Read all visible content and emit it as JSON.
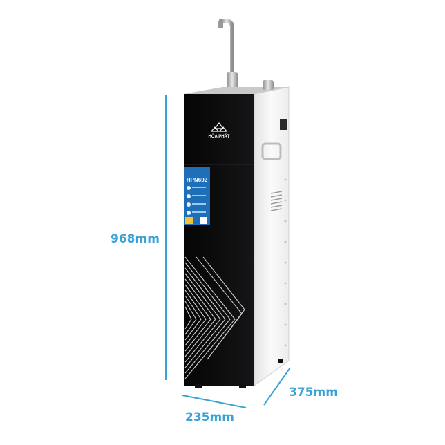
{
  "brand": "HÒA PHÁT",
  "model": "HPN692",
  "dimensions": {
    "height": "968mm",
    "width": "235mm",
    "depth": "375mm"
  },
  "colors": {
    "dimension_lines": "#3aa3d6",
    "body_front": "#0b0b0c",
    "body_side": "#f2f2f2",
    "label_panel": "#1e6fb8"
  }
}
